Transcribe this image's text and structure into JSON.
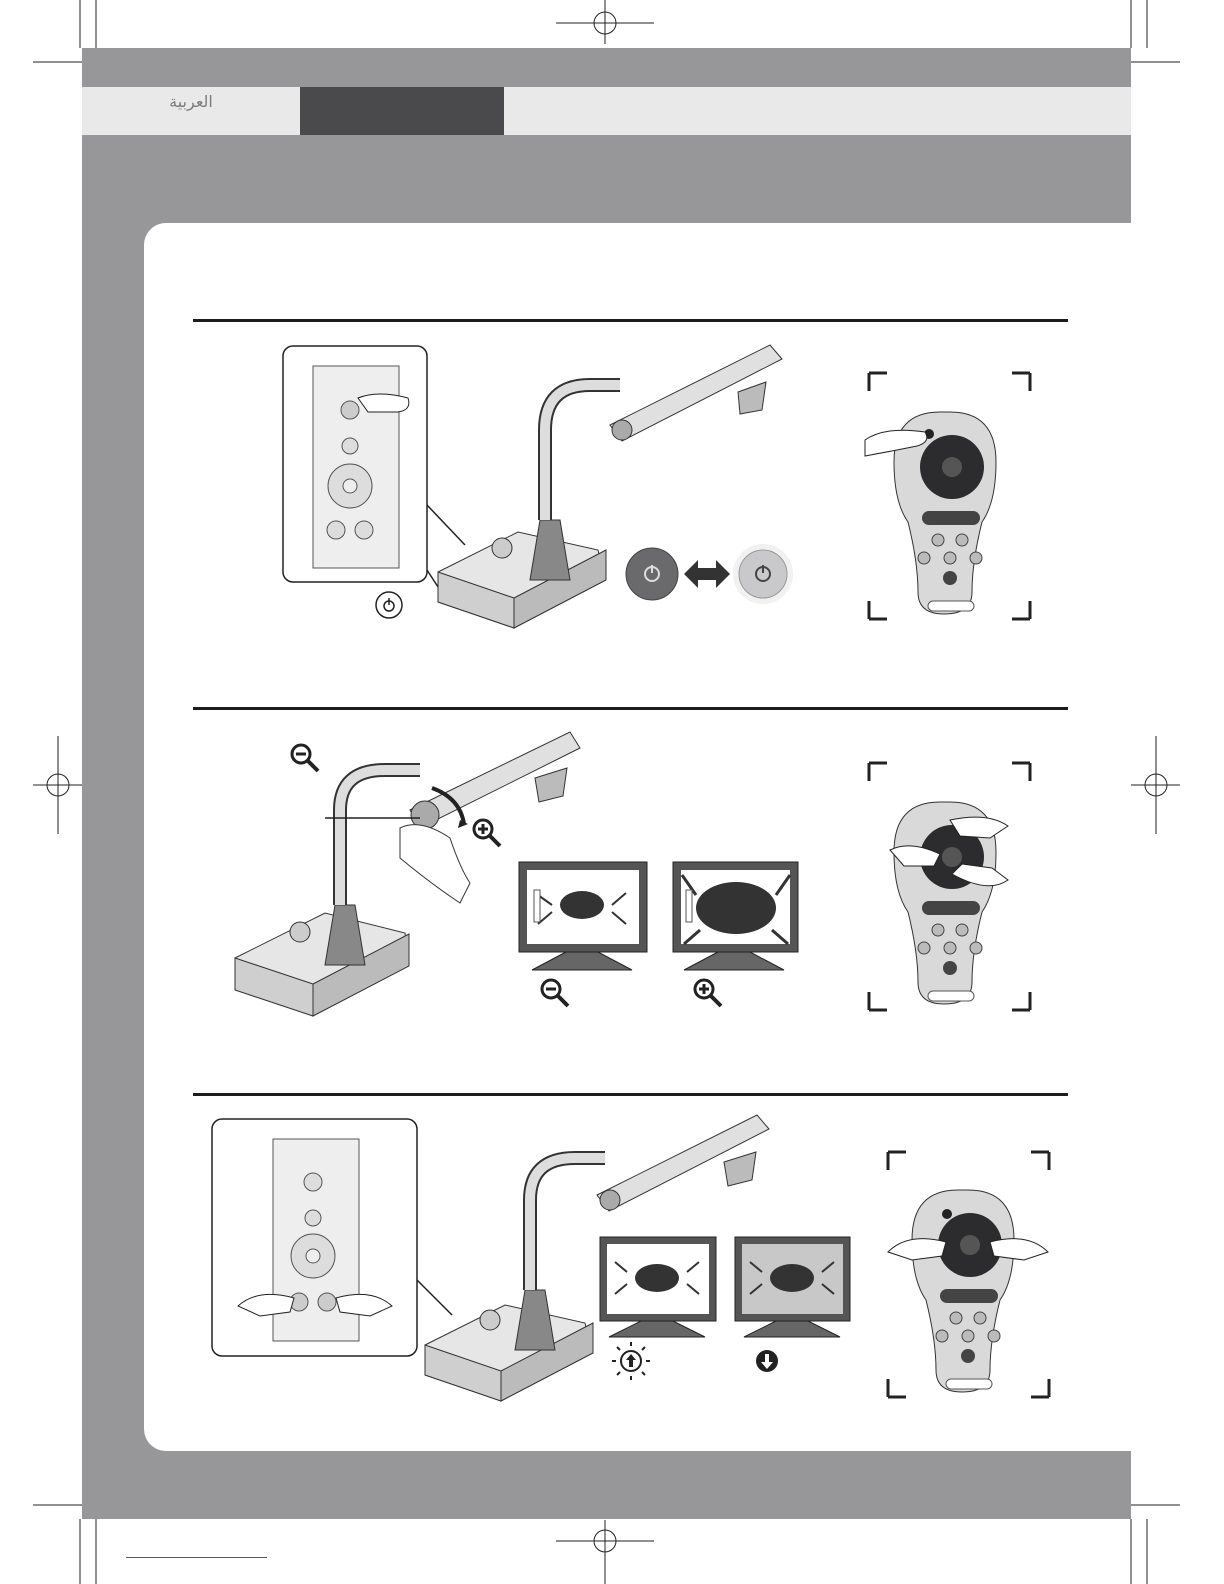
{
  "header": {
    "language_tab": "العربية",
    "active_tab": ""
  },
  "colors": {
    "frame_gray": "#979799",
    "tab_bar": "#e9e9ea",
    "active_tab": "#4a4a4c",
    "rule": "#1c1c1c"
  },
  "sections": [
    {
      "id": "power",
      "icons": [
        "power-button-icon",
        "power-off-led-icon",
        "power-on-led-icon",
        "double-arrow-icon"
      ]
    },
    {
      "id": "zoom",
      "icons": [
        "zoom-out-icon",
        "zoom-in-icon"
      ]
    },
    {
      "id": "brightness",
      "icons": [
        "brightness-up-icon",
        "brightness-down-icon"
      ]
    }
  ]
}
